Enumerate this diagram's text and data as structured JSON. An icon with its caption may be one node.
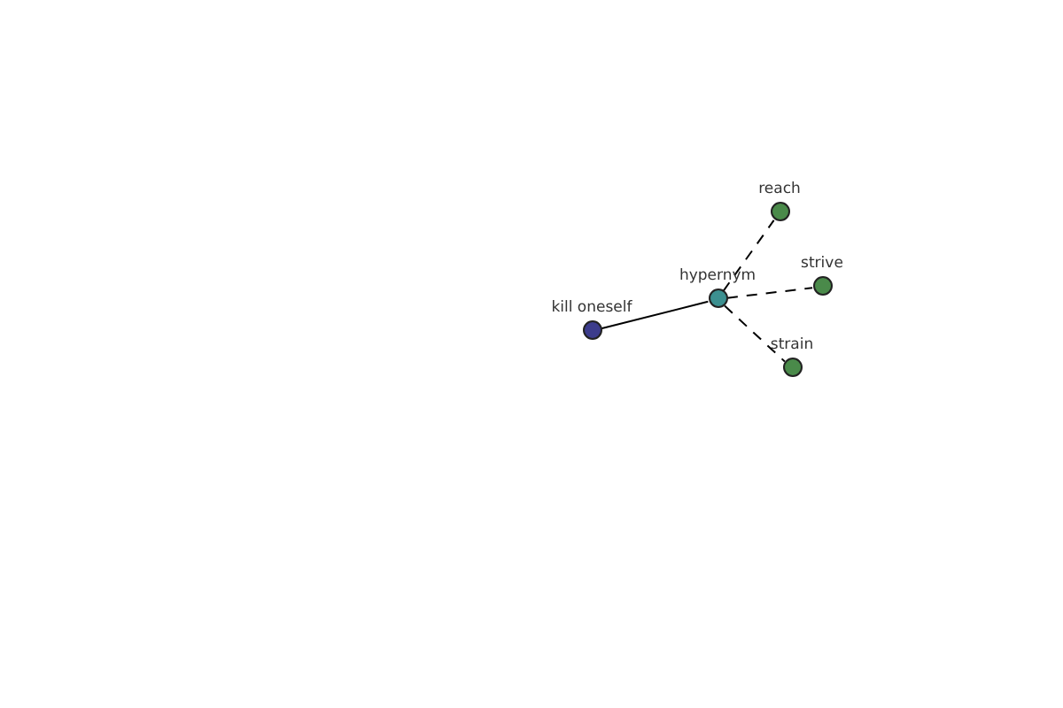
{
  "diagram": {
    "nodes": [
      {
        "text": [
          "kill oneself"
        ]
      },
      {
        "text": [
          "hypernym"
        ]
      },
      {
        "text": [
          "reach"
        ]
      },
      {
        "text": [
          "strive"
        ]
      },
      {
        "text": [
          "strain"
        ]
      }
    ],
    "edges": [
      {
        "from": 0,
        "to": 1,
        "arrow": "none"
      },
      {
        "from": 1,
        "to": 2,
        "arrow": "none",
        "style": "dashed"
      },
      {
        "from": 1,
        "to": 3,
        "arrow": "none",
        "style": "dashed"
      },
      {
        "from": 1,
        "to": 4,
        "arrow": "none",
        "style": "dashed"
      }
    ]
  }
}
